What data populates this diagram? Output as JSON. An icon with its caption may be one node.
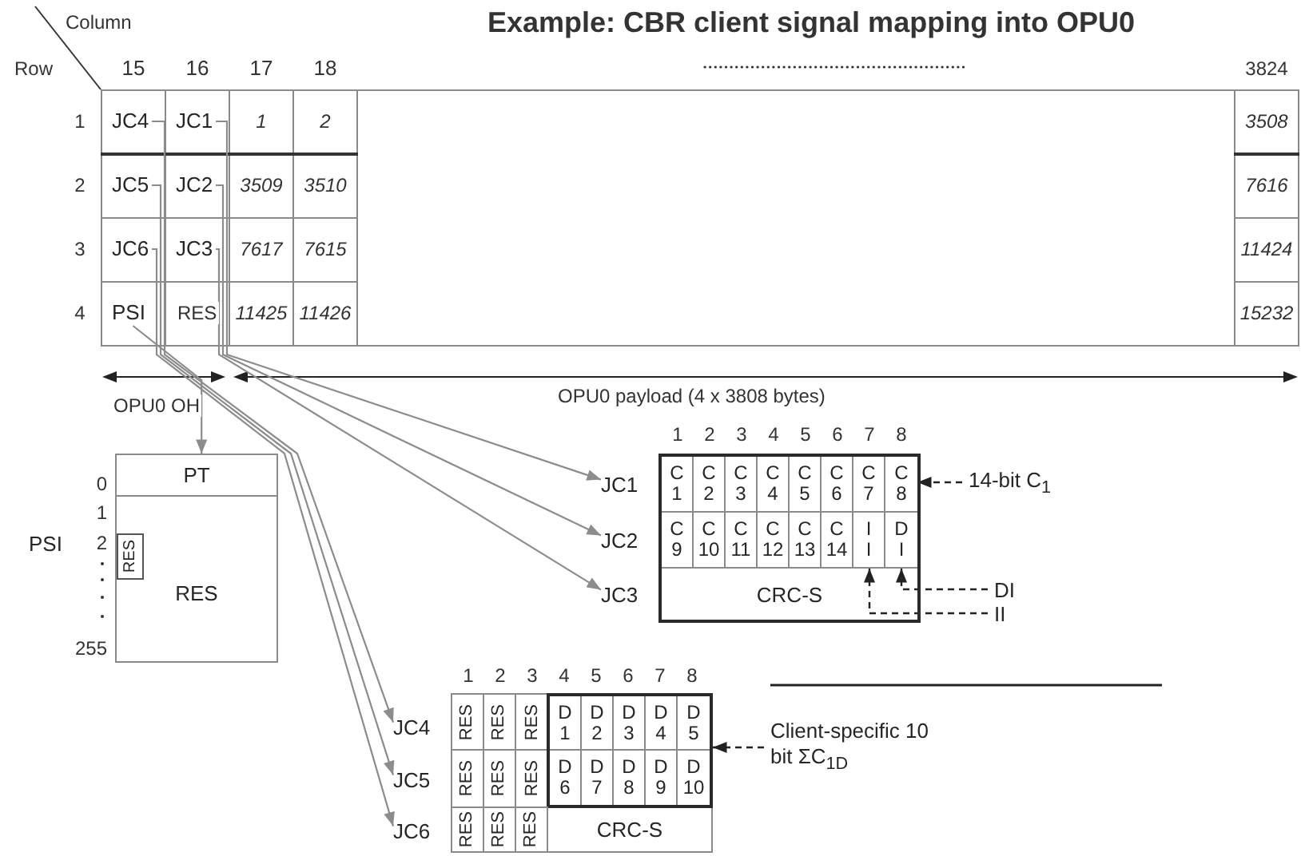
{
  "diagram": {
    "title": "Example: CBR client signal mapping into OPU0",
    "nodes": [
      {
        "text": [
          "JC4"
        ]
      },
      {
        "text": [
          "JC1"
        ]
      },
      {
        "text": [
          "JC5"
        ]
      },
      {
        "text": [
          "JC2"
        ]
      },
      {
        "text": [
          "JC6"
        ]
      },
      {
        "text": [
          "JC3"
        ]
      },
      {
        "text": [
          "PSI"
        ]
      },
      {
        "text": [],
        "shape": "box",
        "beside": [
          "PSI"
        ]
      },
      {
        "text": [
          "PT"
        ],
        "in": 7
      },
      {
        "text": [
          "RES"
        ],
        "in": 7
      },
      {
        "text": [
          "RES"
        ],
        "in": 9
      },
      {
        "text": [
          "JC1"
        ]
      },
      {
        "text": [
          "JC2"
        ]
      },
      {
        "text": [
          "JC3"
        ]
      },
      {
        "text": [],
        "shape": "box"
      },
      {
        "text": [
          "C 1"
        ],
        "in": 14
      },
      {
        "text": [
          "C 2"
        ],
        "in": 14
      },
      {
        "text": [
          "C 3"
        ],
        "in": 14
      },
      {
        "text": [
          "C 4"
        ],
        "in": 14
      },
      {
        "text": [
          "C 5"
        ],
        "in": 14
      },
      {
        "text": [
          "C 6"
        ],
        "in": 14
      },
      {
        "text": [
          "C 7"
        ],
        "in": 14
      },
      {
        "text": [
          "C 8"
        ],
        "in": 14
      },
      {
        "text": [
          "C 9"
        ],
        "in": 14
      },
      {
        "text": [
          "C 10"
        ],
        "in": 14
      },
      {
        "text": [
          "C 11"
        ],
        "in": 14
      },
      {
        "text": [
          "C 12"
        ],
        "in": 14
      },
      {
        "text": [
          "C 13"
        ],
        "in": 14
      },
      {
        "text": [
          "C 14"
        ],
        "in": 14
      },
      {
        "text": [
          "I I"
        ],
        "in": 14
      },
      {
        "text": [
          "D I"
        ],
        "in": 14
      },
      {
        "text": [
          "CRC-S"
        ],
        "in": 14
      },
      {
        "text": [
          "14-bit C$_{1}$"
        ]
      },
      {
        "text": [
          "DI"
        ]
      },
      {
        "text": [
          "II"
        ]
      },
      {
        "text": [
          "JC4"
        ]
      },
      {
        "text": [
          "JC5"
        ]
      },
      {
        "text": [
          "JC6"
        ]
      },
      {
        "text": [],
        "shape": "box"
      },
      {
        "text": [
          "RES"
        ],
        "in": 38
      },
      {
        "text": [
          "RES"
        ],
        "in": 38
      },
      {
        "text": [
          "RES"
        ],
        "in": 38
      },
      {
        "text": [],
        "shape": "box",
        "in": 38
      },
      {
        "text": [
          "D 1"
        ],
        "in": 42
      },
      {
        "text": [
          "D 2"
        ],
        "in": 42
      },
      {
        "text": [
          "D 3"
        ],
        "in": 42
      },
      {
        "text": [
          "D 4"
        ],
        "in": 42
      },
      {
        "text": [
          "D 5"
        ],
        "in": 42
      },
      {
        "text": [
          "RES"
        ],
        "in": 38
      },
      {
        "text": [
          "RES"
        ],
        "in": 38
      },
      {
        "text": [
          "RES"
        ],
        "in": 38
      },
      {
        "text": [
          "D 6"
        ],
        "in": 42
      },
      {
        "text": [
          "D 7"
        ],
        "in": 42
      },
      {
        "text": [
          "D 8"
        ],
        "in": 42
      },
      {
        "text": [
          "D 9"
        ],
        "in": 42
      },
      {
        "text": [
          "D 10"
        ],
        "in": 42
      },
      {
        "text": [
          "RES"
        ],
        "in": 38
      },
      {
        "text": [
          "RES"
        ],
        "in": 38
      },
      {
        "text": [
          "RES"
        ],
        "in": 38
      },
      {
        "text": [
          "CRC-S"
        ],
        "in": 38
      },
      {
        "text": [
          "Client-specific 10 bit ΣC$_{1D}$"
        ]
      }
    ],
    "edges": [
      {
        "from": 1,
        "to": 11,
        "arrow": "to"
      },
      {
        "from": 3,
        "to": 12,
        "arrow": "to"
      },
      {
        "from": 5,
        "to": 13,
        "arrow": "to"
      },
      {
        "from": 0,
        "to": 35,
        "arrow": "to"
      },
      {
        "from": 2,
        "to": 36,
        "arrow": "to"
      },
      {
        "from": 4,
        "to": 37,
        "arrow": "to"
      },
      {
        "from": 6,
        "to": 7,
        "arrow": "to"
      },
      {
        "from": 32,
        "to": 22,
        "arrow": "to",
        "style": "dashed",
        "color": "#222222"
      },
      {
        "from": 33,
        "to": 30,
        "arrow": "to",
        "style": "dashed",
        "color": "#222222"
      },
      {
        "from": 34,
        "to": 29,
        "arrow": "to",
        "style": "dashed",
        "color": "#222222"
      },
      {
        "from": 60,
        "to": 42,
        "arrow": "to",
        "style": "dashed",
        "color": "#222222"
      }
    ],
    "labels": [
      "Column",
      "Row",
      "15",
      "16",
      "17",
      "18",
      "3824",
      "1",
      "1",
      "2",
      "3508",
      "2",
      "3509",
      "3510",
      "7616",
      "3",
      "7617",
      "7615",
      "11424",
      "4",
      "RES",
      "11425",
      "11426",
      "15232",
      "OPU0 OH",
      "OPU0 payload (4 x 3808 bytes)",
      "1",
      "2",
      "3",
      "4",
      "5",
      "6",
      "7",
      "8",
      "0",
      "1",
      "2",
      "255",
      "1",
      "2",
      "3",
      "4",
      "5",
      "6",
      "7",
      "8"
    ]
  }
}
